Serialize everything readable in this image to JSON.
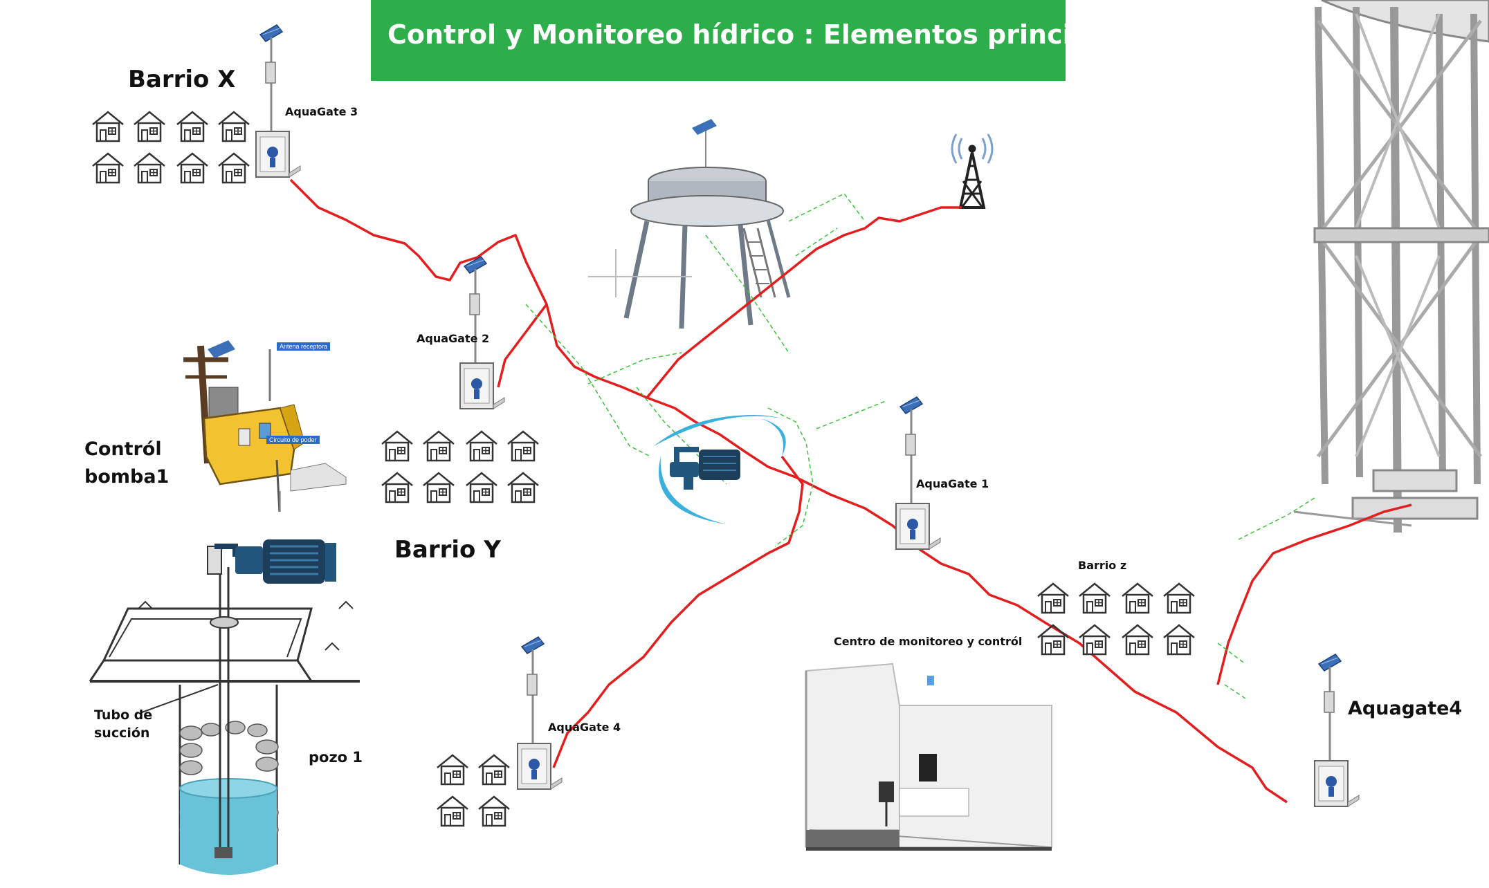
{
  "title": "Control y Monitoreo hídrico : Elementos principales",
  "labels": {
    "barrio_x": "Barrio X",
    "barrio_y": "Barrio Y",
    "barrio_z": "Barrio z",
    "aquagate_1": "AquaGate 1",
    "aquagate_2": "AquaGate 2",
    "aquagate_3": "AquaGate 3",
    "aquagate_4_left": "AquaGate 4",
    "aquagate_4_right": "Aquagate4",
    "control_bomba_line1": "Contról",
    "control_bomba_line2": "bomba1",
    "tubo_line1": "Tubo de",
    "tubo_line2": "succión",
    "pozo": "pozo 1",
    "centro": "Centro de monitoreo y contról",
    "antena": "Antena receptora",
    "circuito": "Circuito de poder"
  },
  "colors": {
    "banner": "#2eae4a",
    "pipe": "#e41e1e",
    "survey": "#3cc43c",
    "pump": "#3ab0dc",
    "water": "#69c3d8"
  }
}
